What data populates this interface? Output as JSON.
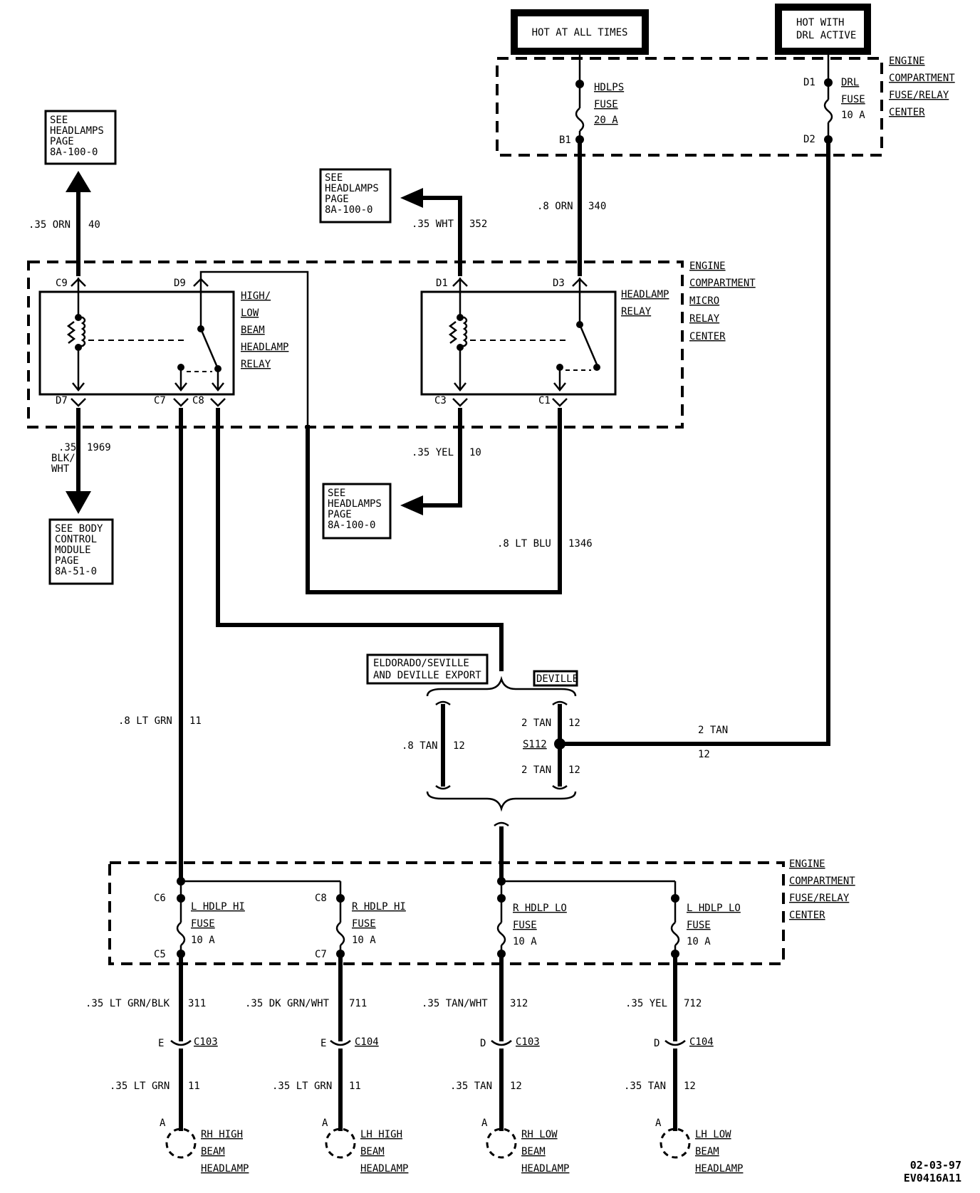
{
  "hot_boxes": {
    "always": "HOT AT ALL TIMES",
    "drl": [
      "HOT WITH",
      "DRL ACTIVE"
    ]
  },
  "centers": {
    "fuse_relay": [
      "ENGINE",
      "COMPARTMENT",
      "FUSE/RELAY",
      "CENTER"
    ],
    "micro_relay": [
      "ENGINE",
      "COMPARTMENT",
      "MICRO",
      "RELAY",
      "CENTER"
    ]
  },
  "top_fuses": {
    "hdlps": {
      "label": [
        "HDLPS",
        "FUSE",
        "20 A"
      ],
      "in": "",
      "out": "B1"
    },
    "drl": {
      "label": [
        "DRL",
        "FUSE",
        "10 A"
      ],
      "in": "D1",
      "out": "D2"
    }
  },
  "see_refs": {
    "headlamps": [
      "SEE",
      "HEADLAMPS",
      "PAGE",
      "8A-100-0"
    ],
    "bcm": [
      "SEE BODY",
      "CONTROL",
      "MODULE",
      "PAGE",
      "8A-51-0"
    ]
  },
  "relays": {
    "hilo": {
      "label": [
        "HIGH/",
        "LOW",
        "BEAM",
        "HEADLAMP",
        "RELAY"
      ],
      "pins": [
        "C9",
        "D9",
        "D7",
        "C7",
        "C8"
      ]
    },
    "headlamp": {
      "label": [
        "HEADLAMP",
        "RELAY"
      ],
      "pins": [
        "D1",
        "D3",
        "C3",
        "C1"
      ]
    }
  },
  "wires": {
    "orn40": [
      ".35 ORN",
      "40"
    ],
    "wht352": [
      ".35 WHT",
      "352"
    ],
    "orn340": [
      ".8 ORN",
      "340"
    ],
    "blkwht1969": [
      ".35",
      "BLK/",
      "WHT",
      "1969"
    ],
    "yel10": [
      ".35 YEL",
      "10"
    ],
    "ltblu1346": [
      ".8 LT BLU",
      "1346"
    ],
    "ltgrn11": [
      ".8 LT GRN",
      "11"
    ],
    "tan12_mid": [
      ".8 TAN",
      "12"
    ],
    "tan12_a": [
      "2 TAN",
      "12"
    ],
    "tan12_b": [
      "2 TAN",
      "12"
    ],
    "tan12_drl": [
      "2 TAN",
      "12"
    ]
  },
  "variants": {
    "export": [
      "ELDORADO/SEVILLE",
      "AND DEVILLE EXPORT"
    ],
    "deville": "DEVILLE"
  },
  "splice": "S112",
  "bottom_fuses": [
    {
      "label": [
        "L HDLP HI",
        "FUSE",
        "10 A"
      ],
      "in": "C6",
      "out": "C5"
    },
    {
      "label": [
        "R HDLP HI",
        "FUSE",
        "10 A"
      ],
      "in": "C8",
      "out": "C7"
    },
    {
      "label": [
        "R HDLP LO",
        "FUSE",
        "10 A"
      ],
      "in": "",
      "out": ""
    },
    {
      "label": [
        "L HDLP LO",
        "FUSE",
        "10 A"
      ],
      "in": "",
      "out": ""
    }
  ],
  "branches": [
    {
      "wire_top": [
        ".35 LT GRN/BLK",
        "311"
      ],
      "pin": "E",
      "conn": "C103",
      "wire_bot": [
        ".35 LT GRN",
        "11"
      ],
      "lamp_pin": "A",
      "lamp": [
        "RH HIGH",
        "BEAM",
        "HEADLAMP"
      ]
    },
    {
      "wire_top": [
        ".35 DK GRN/WHT",
        "711"
      ],
      "pin": "E",
      "conn": "C104",
      "wire_bot": [
        ".35 LT GRN",
        "11"
      ],
      "lamp_pin": "A",
      "lamp": [
        "LH HIGH",
        "BEAM",
        "HEADLAMP"
      ]
    },
    {
      "wire_top": [
        ".35 TAN/WHT",
        "312"
      ],
      "pin": "D",
      "conn": "C103",
      "wire_bot": [
        ".35 TAN",
        "12"
      ],
      "lamp_pin": "A",
      "lamp": [
        "RH LOW",
        "BEAM",
        "HEADLAMP"
      ]
    },
    {
      "wire_top": [
        ".35 YEL",
        "712"
      ],
      "pin": "D",
      "conn": "C104",
      "wire_bot": [
        ".35 TAN",
        "12"
      ],
      "lamp_pin": "A",
      "lamp": [
        "LH LOW",
        "BEAM",
        "HEADLAMP"
      ]
    }
  ],
  "footer": {
    "date": "02-03-97",
    "code": "EV0416A11"
  }
}
